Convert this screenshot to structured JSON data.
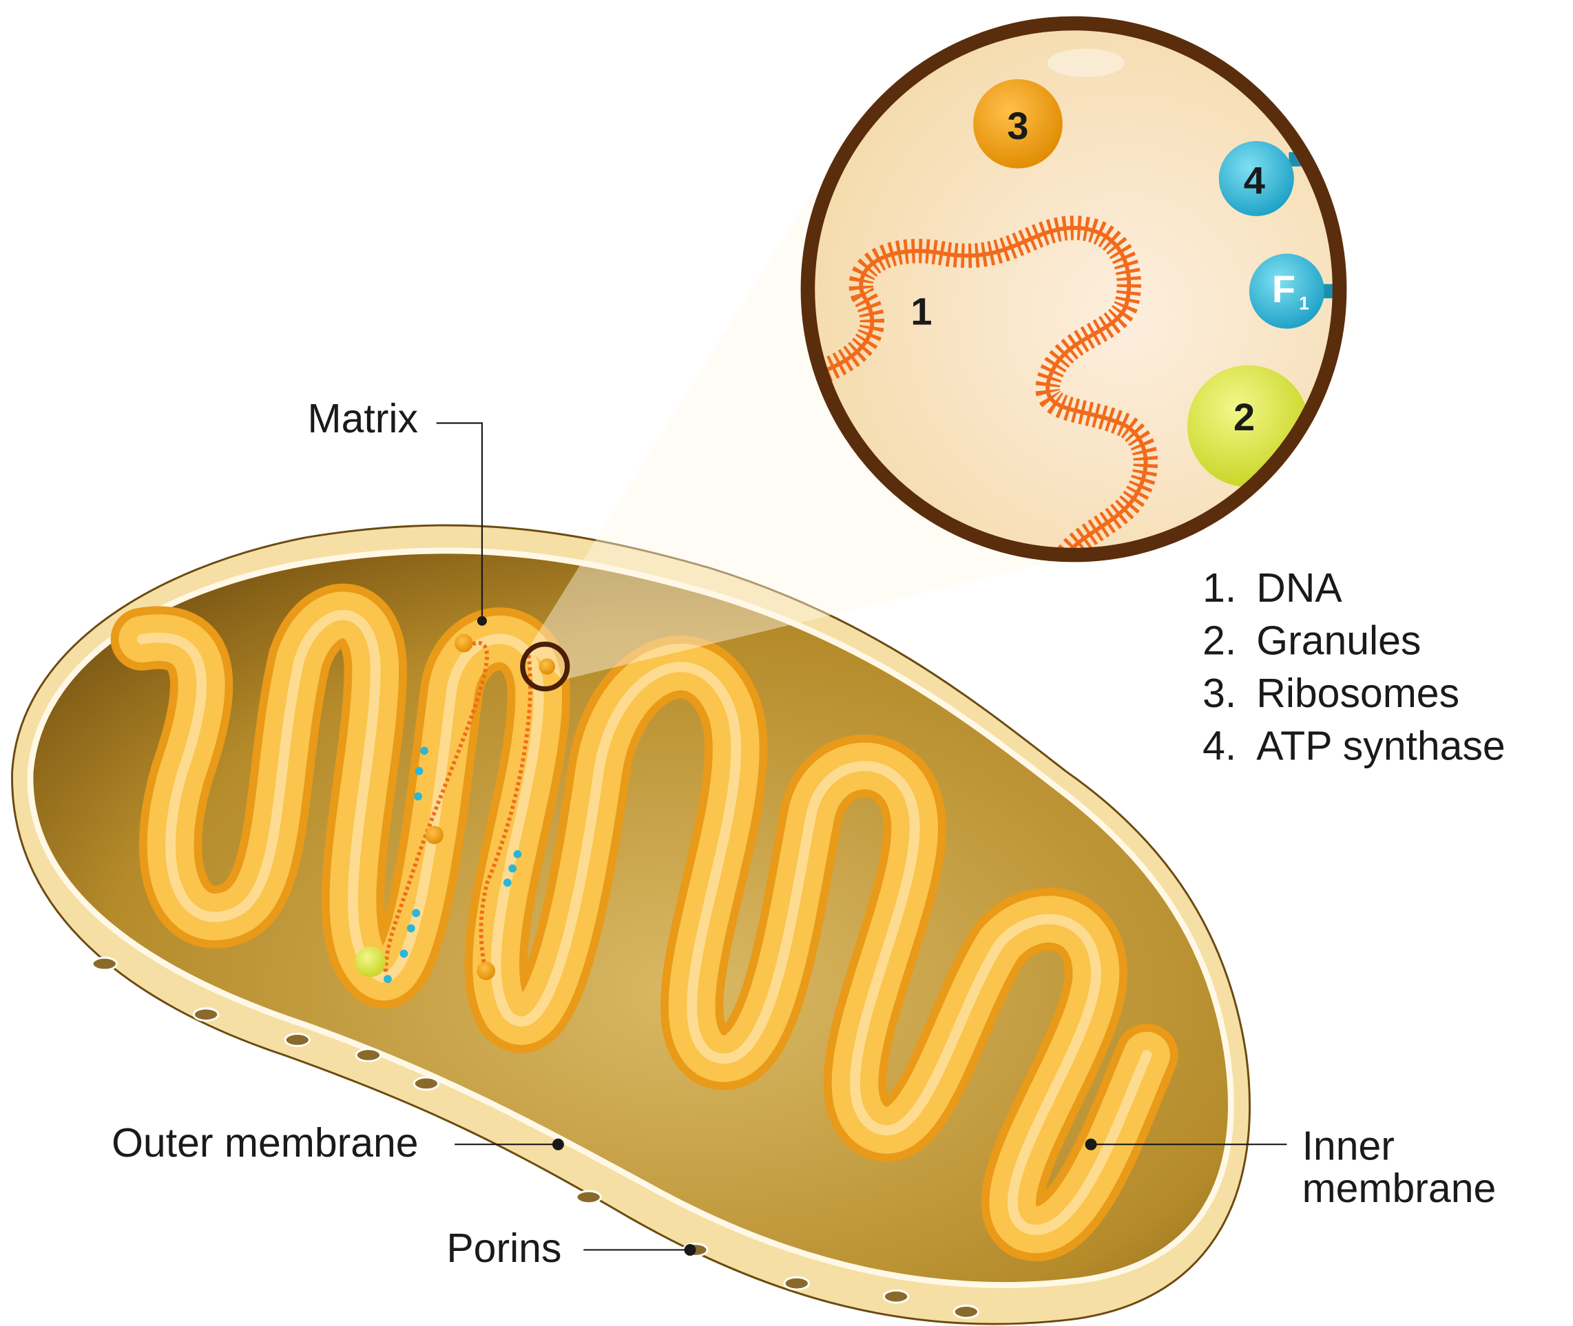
{
  "labels": {
    "matrix": "Matrix",
    "outer_membrane": "Outer membrane",
    "porins": "Porins",
    "inner_membrane_line1": "Inner",
    "inner_membrane_line2": "membrane"
  },
  "inset": {
    "dna_marker": "1",
    "granule_marker": "2",
    "ribosome_marker": "3",
    "atp_synthase_marker": "4",
    "f1_marker": "F",
    "f1_subscript": "1"
  },
  "legend": [
    {
      "num": "1.",
      "text": "DNA"
    },
    {
      "num": "2.",
      "text": "Granules"
    },
    {
      "num": "3.",
      "text": "Ribosomes"
    },
    {
      "num": "4.",
      "text": "ATP synthase"
    }
  ],
  "colors": {
    "membrane": "#fdf1d6",
    "matrix": "#a67c1e",
    "cristae": "#f7b733",
    "dna": "#f26a1b",
    "inset_border": "#5a2d0c",
    "ribosome": "#f39c12",
    "atp_synthase": "#29b6d8",
    "granule": "#d9e84a"
  }
}
